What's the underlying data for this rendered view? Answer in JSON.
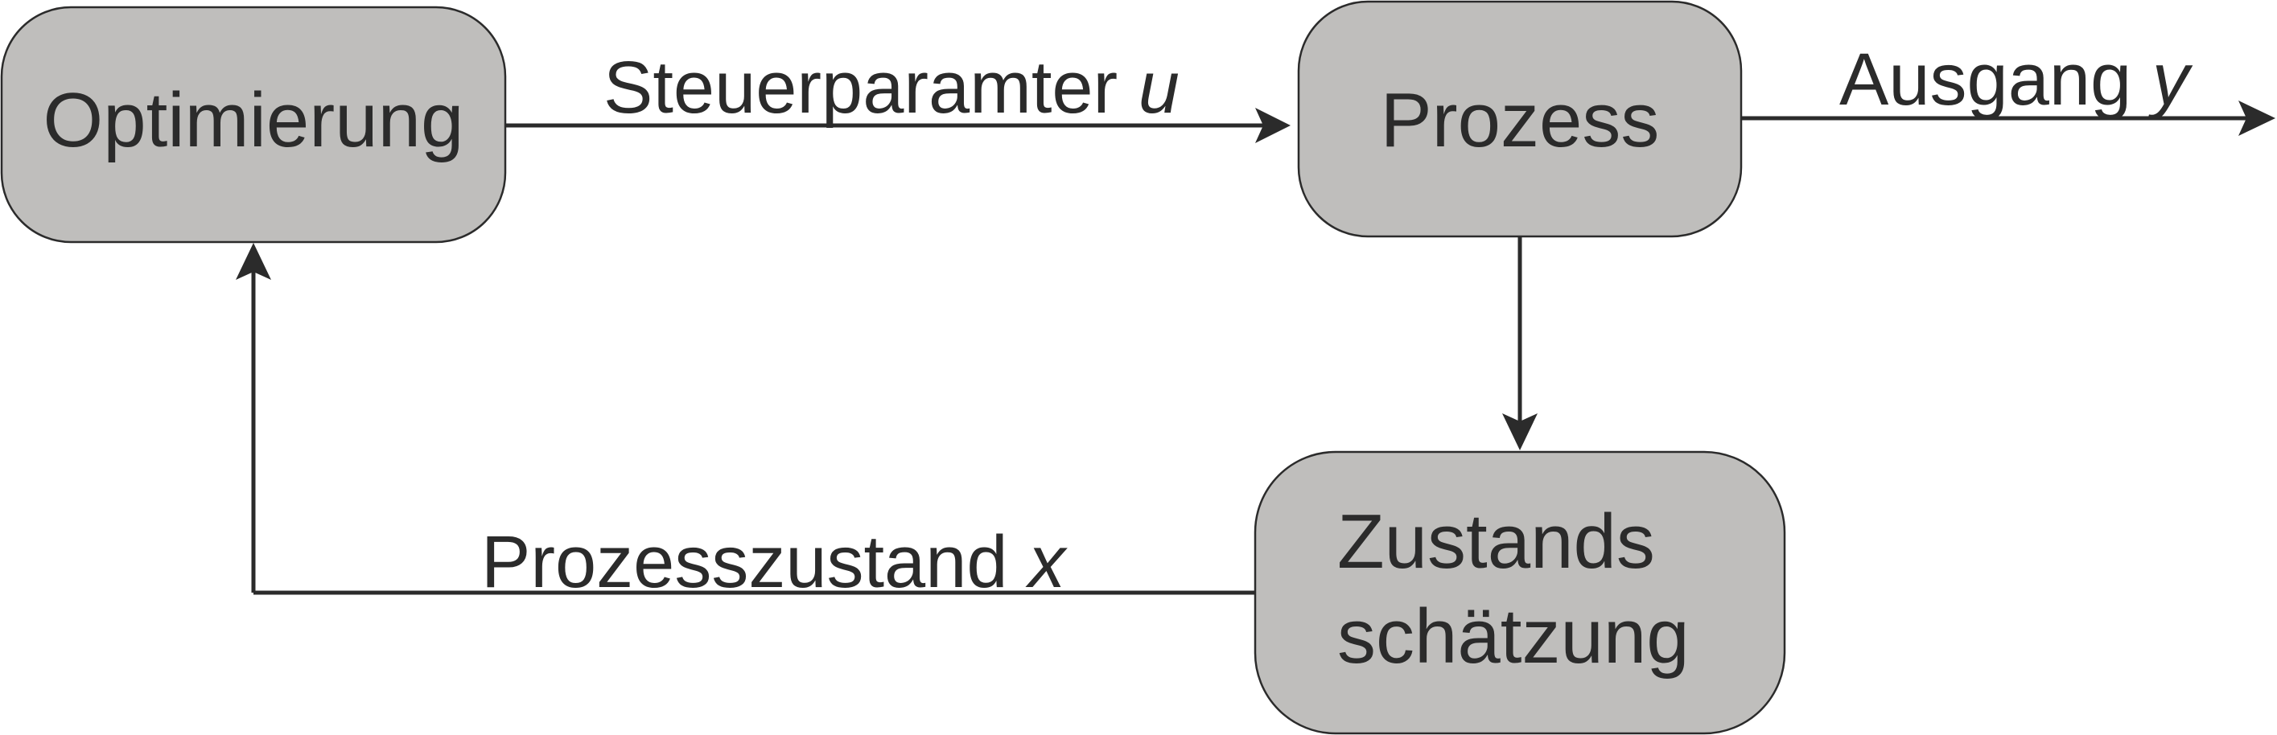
{
  "diagram": {
    "nodes": {
      "optimierung": {
        "label": "Optimierung"
      },
      "prozess": {
        "label": "Prozess"
      },
      "zustandsschaetzung": {
        "line1": "Zustands",
        "line2": "schätzung"
      }
    },
    "edges": {
      "steuerparameter": {
        "label": "Steuerparamter ",
        "variable": "u"
      },
      "ausgang": {
        "label": "Ausgang ",
        "variable": "y"
      },
      "prozesszustand": {
        "label": "Prozesszustand ",
        "variable": "x"
      }
    },
    "colors": {
      "box_fill": "#bfbebc",
      "stroke": "#2b2b2b",
      "text": "#2b2b2b",
      "background": "#ffffff"
    }
  }
}
